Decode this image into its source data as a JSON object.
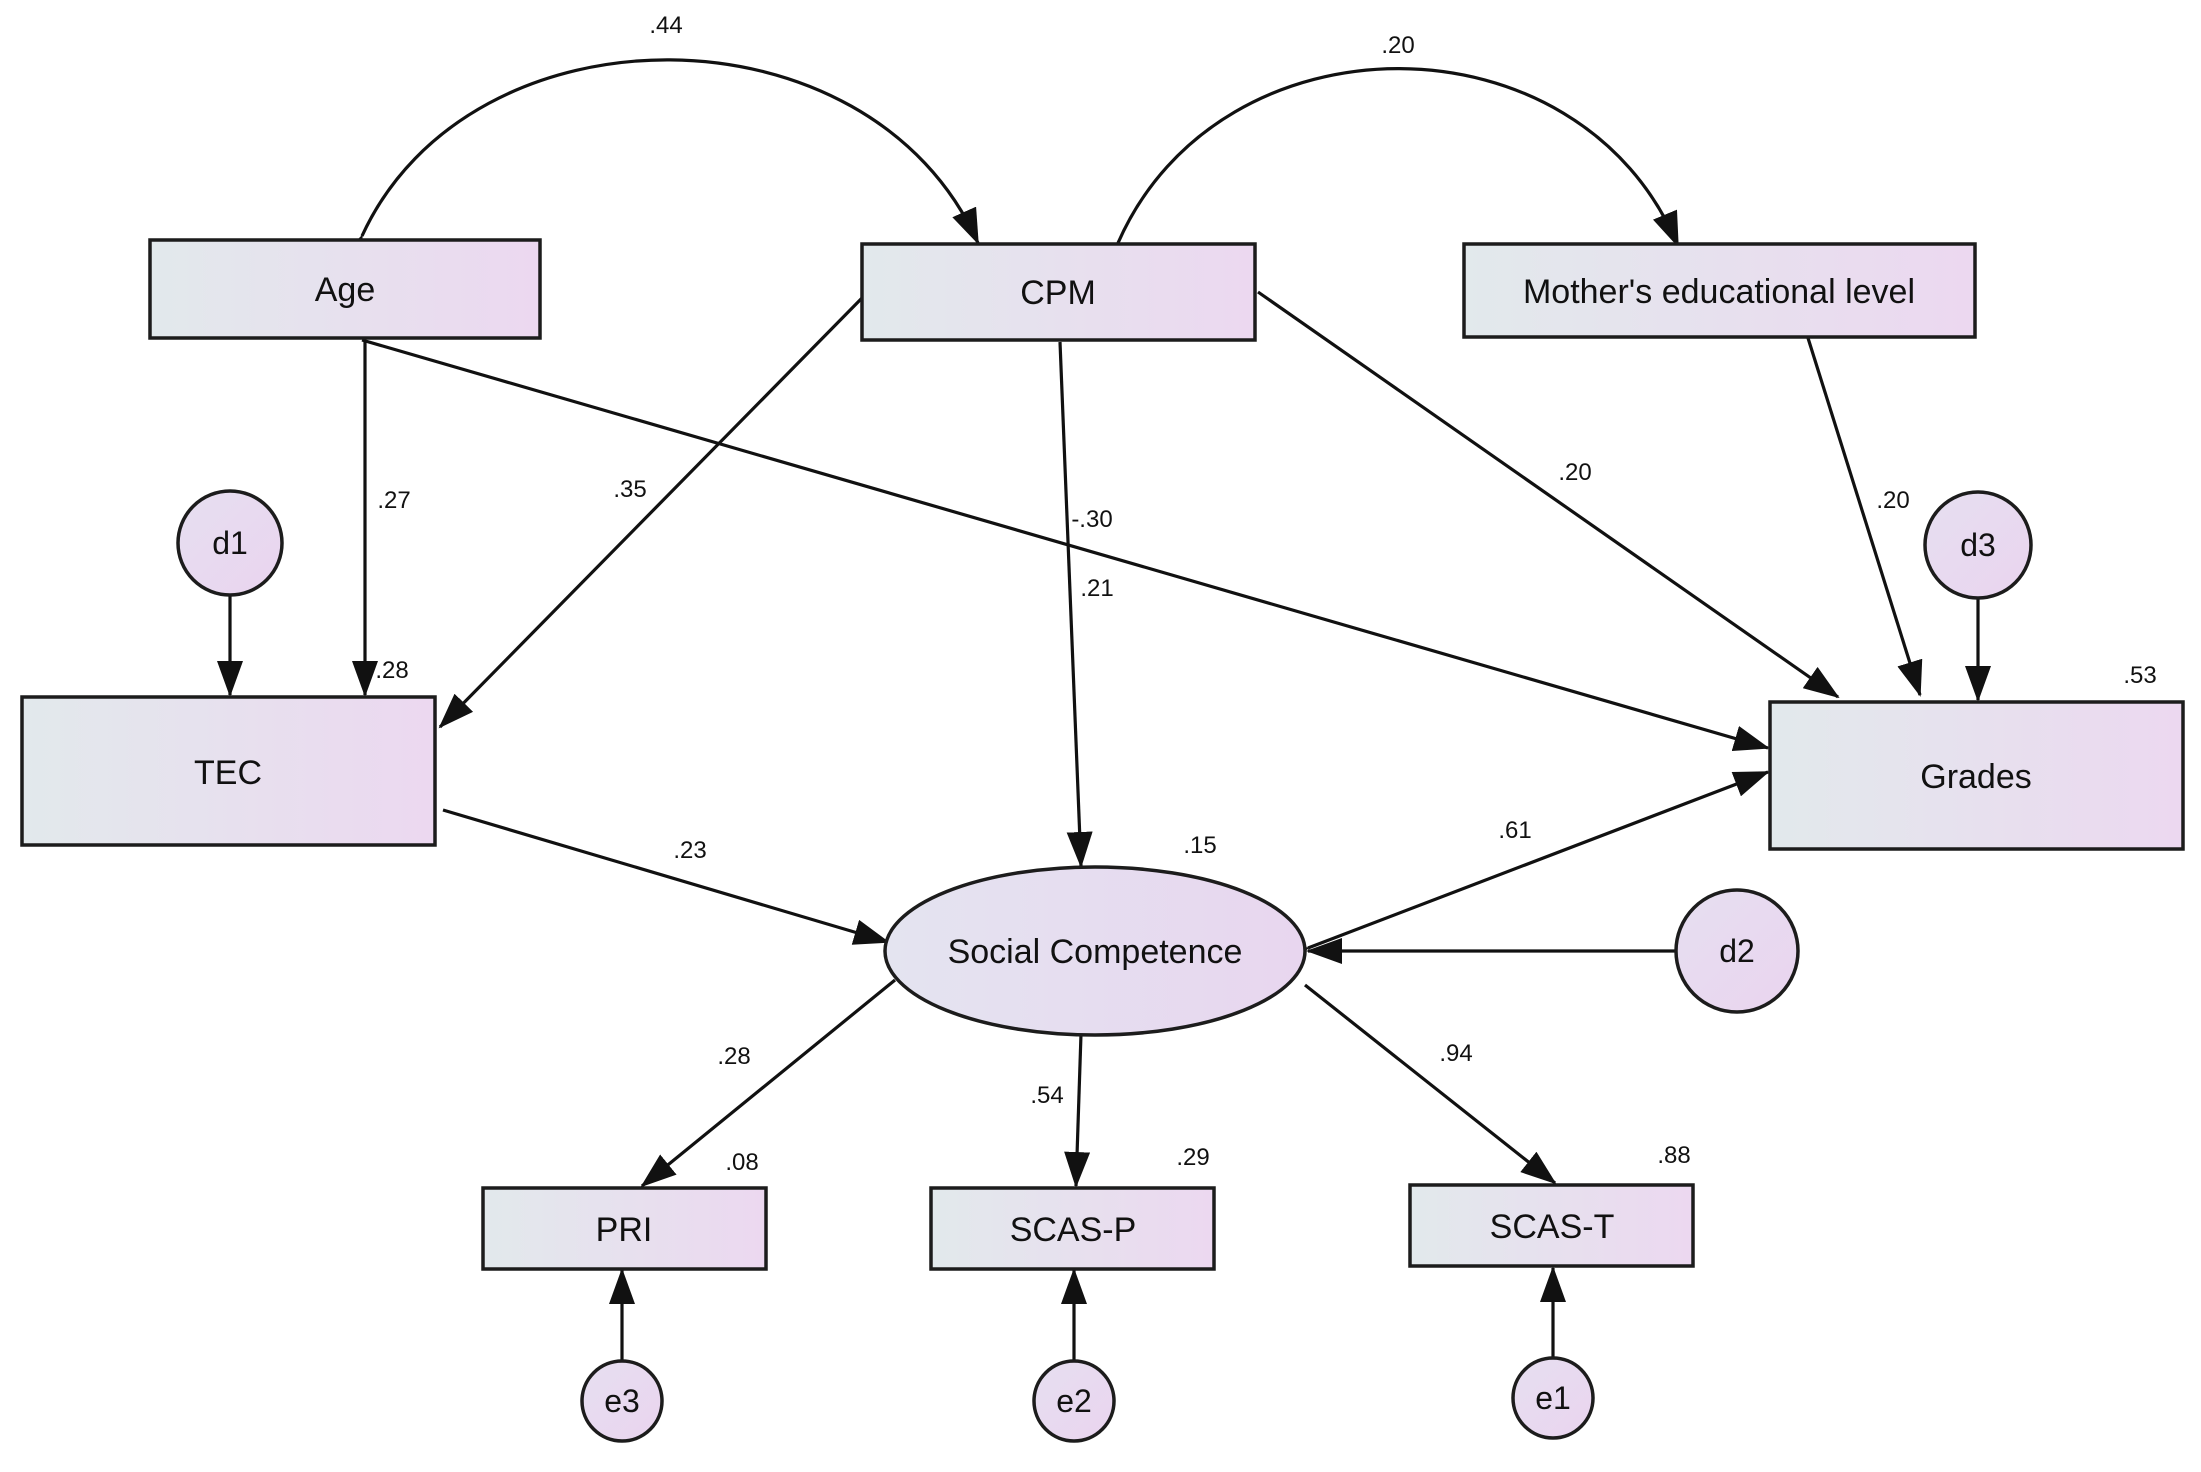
{
  "nodes": {
    "age": "Age",
    "cpm": "CPM",
    "mother_edu": "Mother's educational level",
    "tec": "TEC",
    "grades": "Grades",
    "social_competence": "Social Competence",
    "pri": "PRI",
    "scas_p": "SCAS-P",
    "scas_t": "SCAS-T"
  },
  "error_terms": {
    "d1": "d1",
    "d2": "d2",
    "d3": "d3",
    "e1": "e1",
    "e2": "e2",
    "e3": "e3"
  },
  "covariances": {
    "age_cpm": ".44",
    "cpm_mother": ".20"
  },
  "paths": {
    "age_tec": ".27",
    "cpm_tec": ".35",
    "age_grades": "-.30",
    "cpm_social": ".21",
    "cpm_grades": ".20",
    "mother_grades": ".20",
    "tec_social": ".23",
    "social_grades": ".61",
    "social_pri": ".28",
    "social_scasp": ".54",
    "social_scast": ".94"
  },
  "r_squared": {
    "tec": ".28",
    "grades": ".53",
    "social_competence": ".15",
    "pri": ".08",
    "scas_p": ".29",
    "scas_t": ".88"
  },
  "colors": {
    "fill_left": "#e2e9ec",
    "fill_right": "#ecd8f0",
    "stroke": "#1c1c1c"
  }
}
